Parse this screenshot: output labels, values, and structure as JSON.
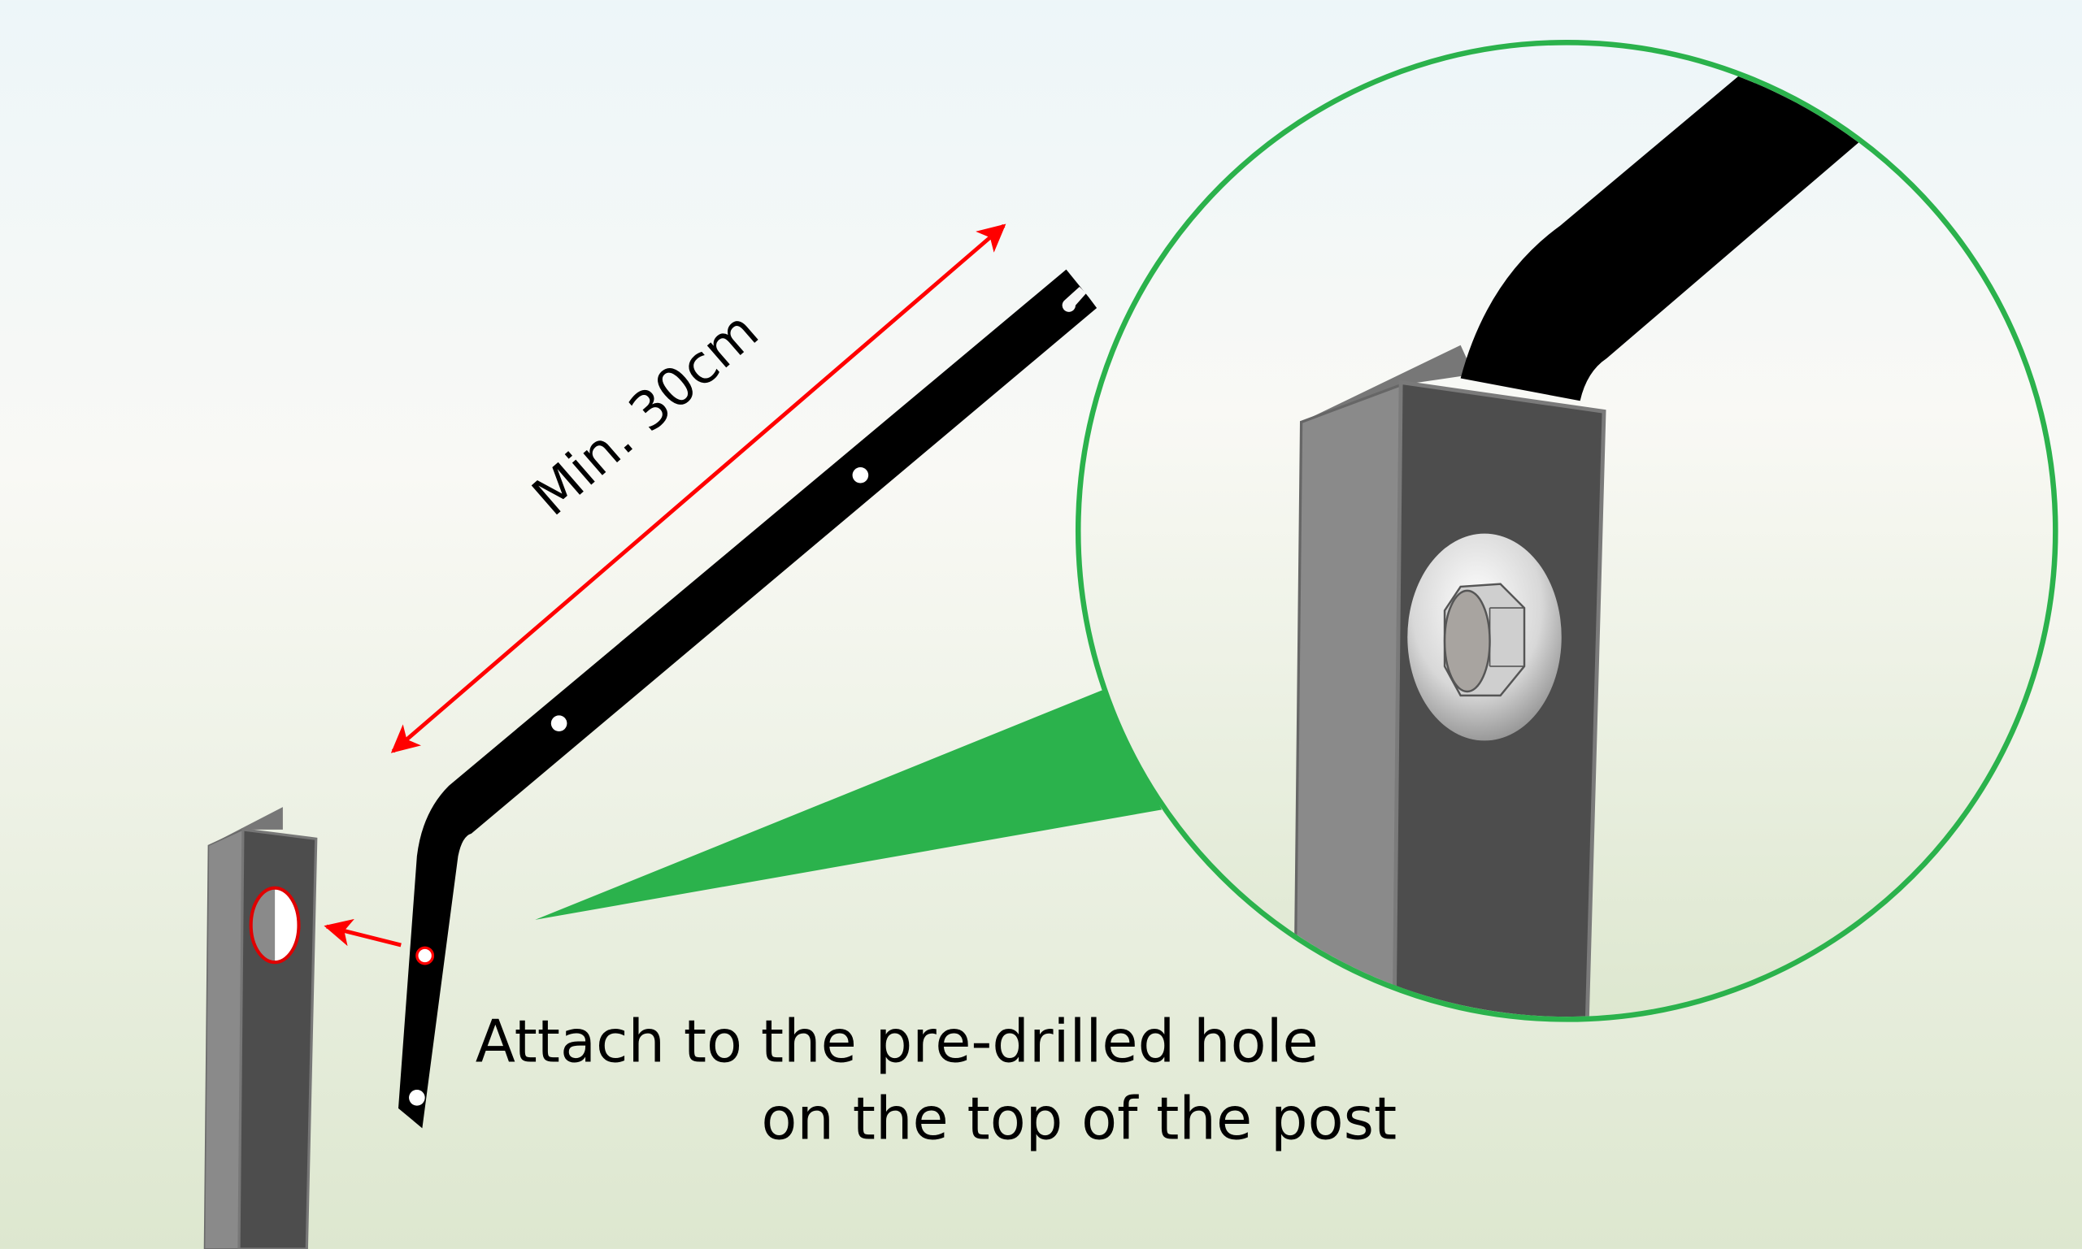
{
  "dimension_label": "Min. 30cm",
  "instruction": {
    "line1": "Attach to the pre-drilled hole",
    "line2": "on the top of the post"
  },
  "colors": {
    "arrow": "#ff0000",
    "callout": "#2bb24c",
    "bracket": "#000000",
    "post_front": "#4d4d4d",
    "post_side": "#8a8a8a"
  }
}
